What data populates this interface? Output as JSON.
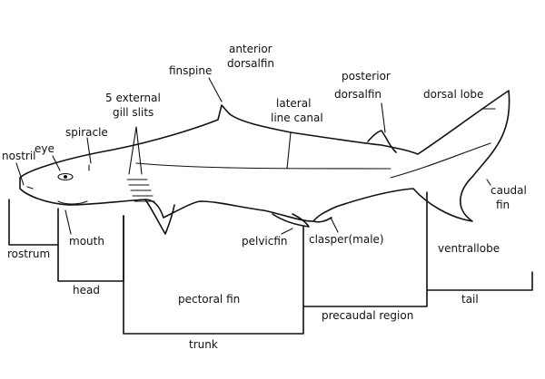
{
  "labels": {
    "nostril": "nostril",
    "eye": "eye",
    "spiracle": "spiracle",
    "gill_line1": "5 external",
    "gill_line2": "gill slits",
    "finspine": "finspine",
    "anterior_line1": "anterior",
    "anterior_line2": "dorsalfin",
    "lateral_line1": "lateral",
    "lateral_line2": "line canal",
    "posterior_line1": "posterior",
    "posterior_line2": "dorsalfin",
    "dorsal_lobe": "dorsal lobe",
    "caudal_line1": "caudal",
    "caudal_line2": "fin",
    "mouth": "mouth",
    "rostrum": "rostrum",
    "head": "head",
    "pelvic_fin": "pelvicfin",
    "clasper": "clasper(male)",
    "ventral_lobe": "ventrallobe",
    "pectoral_fin": "pectoral fin",
    "precaudal": "precaudal region",
    "tail": "tail",
    "trunk": "trunk"
  }
}
